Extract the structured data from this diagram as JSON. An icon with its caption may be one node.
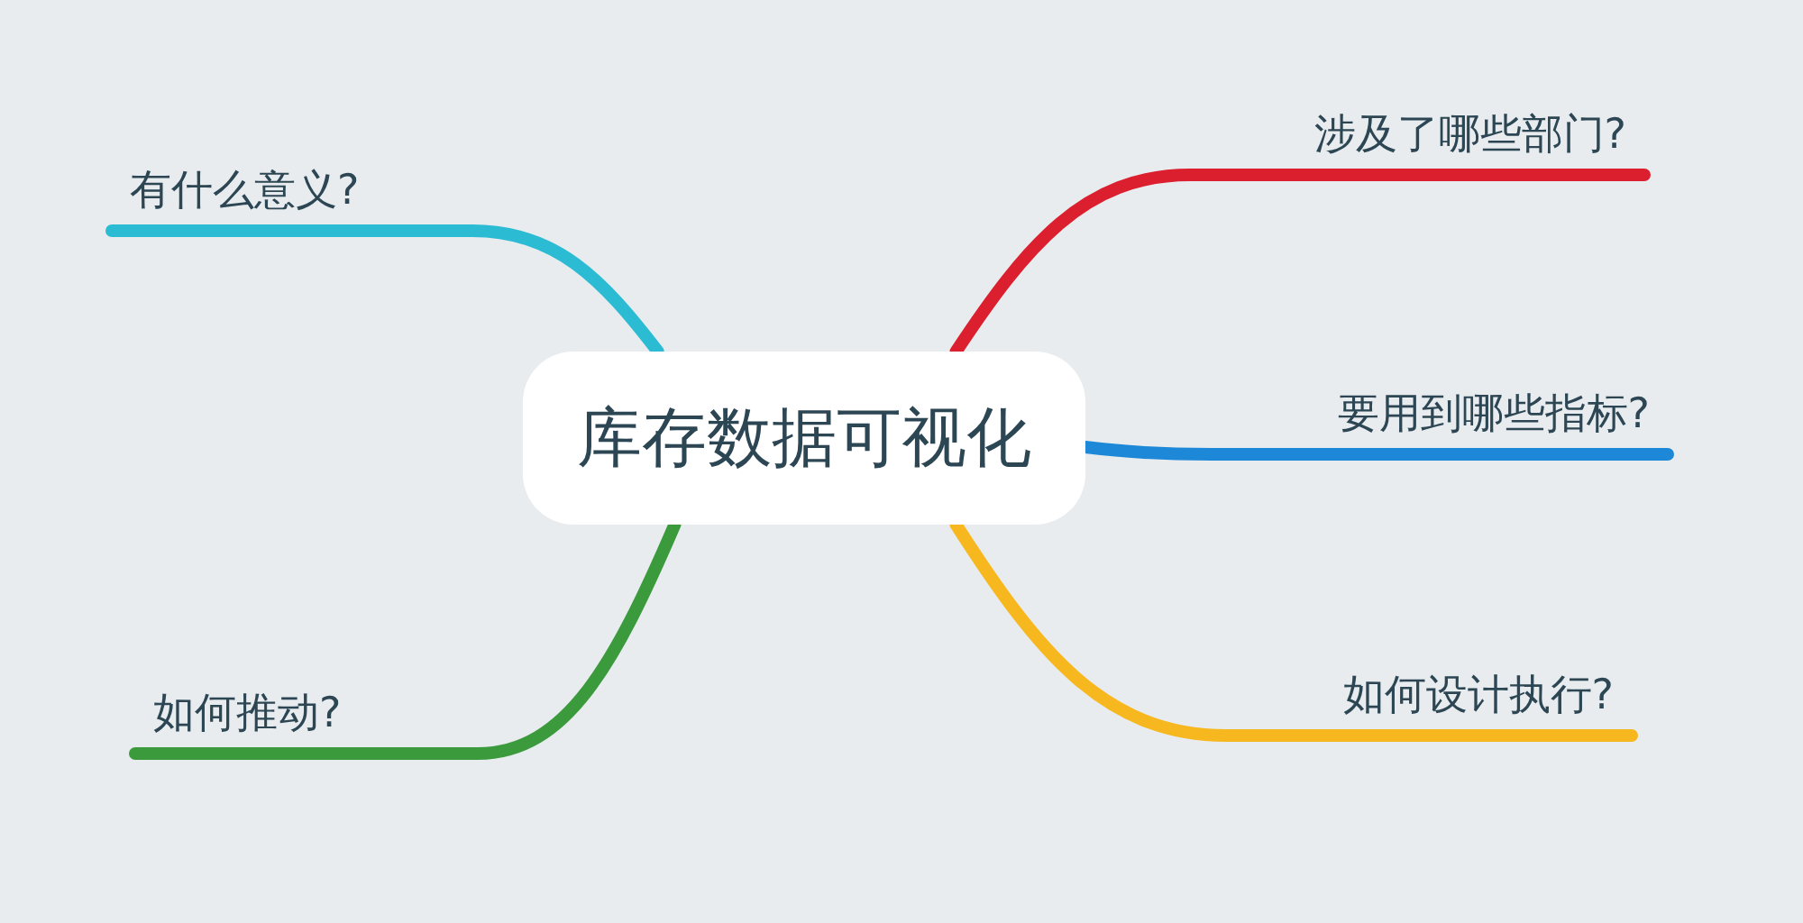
{
  "diagram": {
    "nodes": [
      {
        "text": [
          "库存数据可视化"
        ]
      },
      {
        "text": [
          "有什么意义?"
        ]
      },
      {
        "text": [
          "如何推动?"
        ]
      },
      {
        "text": [
          "涉及了哪些部门?"
        ]
      },
      {
        "text": [
          "要用到哪些指标?"
        ]
      },
      {
        "text": [
          "如何设计执行?"
        ]
      }
    ],
    "edges": [
      {
        "from": 0,
        "to": 1,
        "arrow": "none",
        "color": "#2bbcd4"
      },
      {
        "from": 0,
        "to": 2,
        "arrow": "none",
        "color": "#3a9a3c"
      },
      {
        "from": 0,
        "to": 3,
        "arrow": "none",
        "color": "#dc1f2e"
      },
      {
        "from": 0,
        "to": 4,
        "arrow": "none",
        "color": "#1e88d8"
      },
      {
        "from": 0,
        "to": 5,
        "arrow": "none",
        "color": "#f6b81e"
      }
    ]
  }
}
